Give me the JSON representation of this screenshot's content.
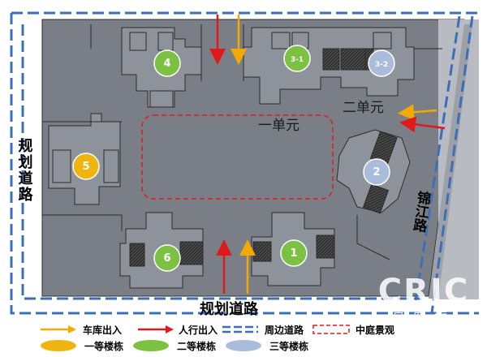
{
  "colors": {
    "background": "#7a7f87",
    "building": "#8e939b",
    "building_line": "#2b2b2b",
    "road_dash": "#3d6fb6",
    "garage_arrow": "#f2a900",
    "pedestrian_arrow": "#e0191d",
    "landscape": "#e0191d",
    "first_class": "#f0b411",
    "second_class": "#7cc142",
    "third_class": "#a9bcdc"
  },
  "markers": [
    {
      "label": "4",
      "class": "second_class"
    },
    {
      "label": "3-1",
      "class": "second_class"
    },
    {
      "label": "3-2",
      "class": "third_class"
    },
    {
      "label": "5",
      "class": "first_class"
    },
    {
      "label": "2",
      "class": "third_class"
    },
    {
      "label": "6",
      "class": "second_class"
    },
    {
      "label": "1",
      "class": "second_class"
    }
  ],
  "map_labels": {
    "unit_one": "一单元",
    "unit_two": "二单元",
    "road_left": "规划道路",
    "road_bottom": "规划道路",
    "road_right": "锦江路"
  },
  "legend": {
    "garage": "车库出入",
    "pedestrian": "人行出入",
    "perimeter_road": "周边道路",
    "courtyard": "中庭景观",
    "first_class": "一等楼栋",
    "second_class": "二等楼栋",
    "third_class": "三等楼栋"
  },
  "watermark": {
    "main": "CRIC",
    "sub": "克而瑞"
  }
}
